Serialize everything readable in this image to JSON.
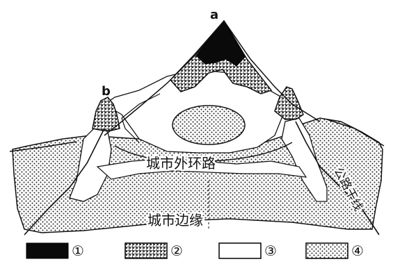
{
  "peaks": {
    "a": "a",
    "b": "b"
  },
  "labels": {
    "ring_road": "城市外环路",
    "city_edge": "城市边缘",
    "highway": "公路干线"
  },
  "legend": [
    {
      "pattern": "solid-black",
      "label": "①"
    },
    {
      "pattern": "grid",
      "label": "②"
    },
    {
      "pattern": "blank",
      "label": "③"
    },
    {
      "pattern": "dots",
      "label": "④"
    }
  ]
}
